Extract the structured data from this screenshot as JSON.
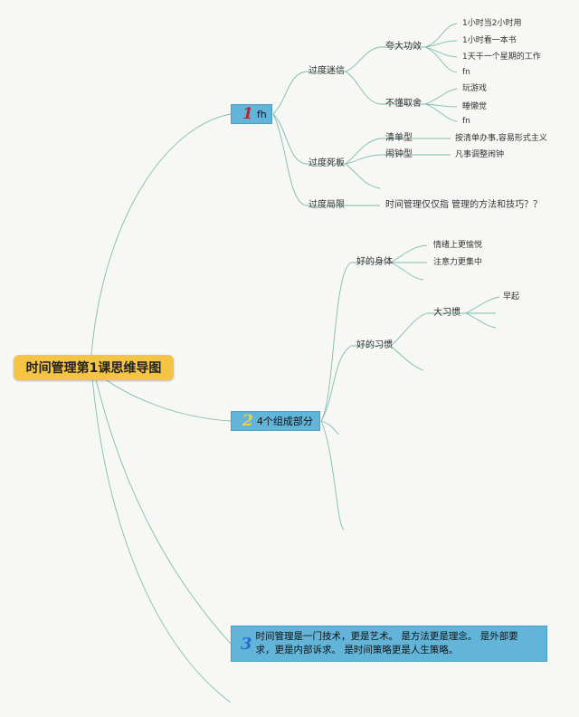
{
  "root": {
    "title": "时间管理第1课思维导图"
  },
  "branches": [
    {
      "number": "1",
      "label": "fh",
      "topics": [
        {
          "label": "过度迷信",
          "subtopics": [
            {
              "label": "夸大功效",
              "leaves": [
                "1小时当2小时用",
                "1小时看一本书",
                "1天干一个星期的工作",
                "fn"
              ]
            },
            {
              "label": "不懂取舍",
              "leaves": [
                "玩游戏",
                "睡懒觉",
                "fn"
              ]
            }
          ]
        },
        {
          "label": "过度死板",
          "subtopics": [
            {
              "label": "清单型",
              "leaves": [
                "按清单办事,容易形式主义"
              ]
            },
            {
              "label": "闹钟型",
              "leaves": [
                "凡事调整闹钟"
              ]
            }
          ]
        },
        {
          "label": "过度局限",
          "leaves": [
            "时间管理仅仅指 管理的方法和技巧？？"
          ]
        }
      ]
    },
    {
      "number": "2",
      "label": "4个组成部分",
      "topics": [
        {
          "label": "好的身体",
          "leaves": [
            "情绪上更愉悦",
            "注意力更集中"
          ]
        },
        {
          "label": "好的习惯",
          "subtopics": [
            {
              "label": "大习惯",
              "leaves": [
                "早起"
              ]
            }
          ]
        }
      ]
    },
    {
      "number": "3",
      "label": "时间管理是一门技术，更是艺术。 是方法更是理念。 是外部要求，更是内部诉求。 是时间策略更是人生策略。"
    }
  ]
}
